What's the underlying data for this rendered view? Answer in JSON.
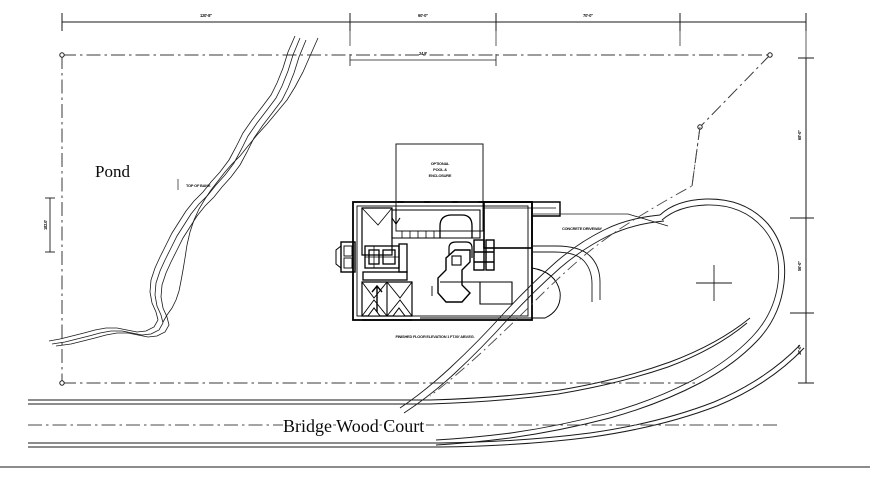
{
  "drawing": {
    "type": "architectural-site-plan",
    "title_features": [
      "Pond",
      "Bridge Wood Court"
    ],
    "stroke_color": "#000000",
    "background_color": "#ffffff"
  },
  "labels": {
    "pond": "Pond",
    "street": "Bridge Wood Court",
    "top_of_bank": "TOP OF BANK",
    "concrete_driveway": "CONCRETE DRIVEWAY",
    "floor_elevation_note": "FINISHED FLOOR ELEVATION  1 FT.00' ABV.EG.",
    "pool_note_line1": "OPTIONAL",
    "pool_note_line2": "POOL  &",
    "pool_note_line3": "ENCLOSURE"
  },
  "dimensions": {
    "top": [
      {
        "name": "top-dim-1",
        "text": "120'-8\""
      },
      {
        "name": "top-dim-2",
        "text": "60'-0\""
      },
      {
        "name": "top-dim-3",
        "text": "70'-0\""
      }
    ],
    "top_secondary": {
      "name": "offset-dim",
      "text": "24.9'"
    },
    "left": [
      {
        "name": "left-dim-1",
        "text": "182.0'"
      }
    ],
    "right": [
      {
        "name": "right-dim-1",
        "text": "68'-0\""
      },
      {
        "name": "right-dim-2",
        "text": "56'-0\""
      },
      {
        "name": "right-dim-3",
        "text": "32'-0\""
      }
    ]
  },
  "markers": {
    "property_corner": "property-corner-node",
    "cul_de_sac_center": "center-crosshair"
  }
}
